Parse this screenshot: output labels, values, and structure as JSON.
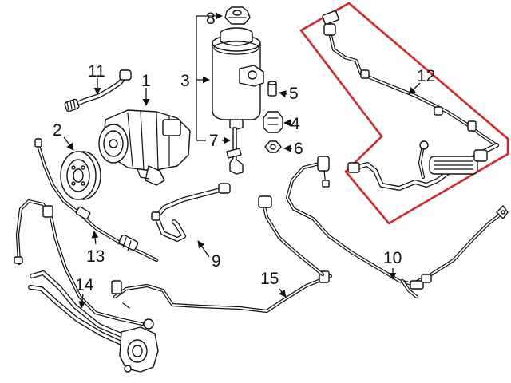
{
  "callouts": {
    "c1": "1",
    "c2": "2",
    "c3": "3",
    "c4": "4",
    "c5": "5",
    "c6": "6",
    "c7": "7",
    "c8": "8",
    "c9": "9",
    "c10": "10",
    "c11": "11",
    "c12": "12",
    "c13": "13",
    "c14": "14",
    "c15": "15"
  },
  "colors": {
    "line": "#111111",
    "highlight": "#d9252b",
    "background": "#ffffff"
  }
}
